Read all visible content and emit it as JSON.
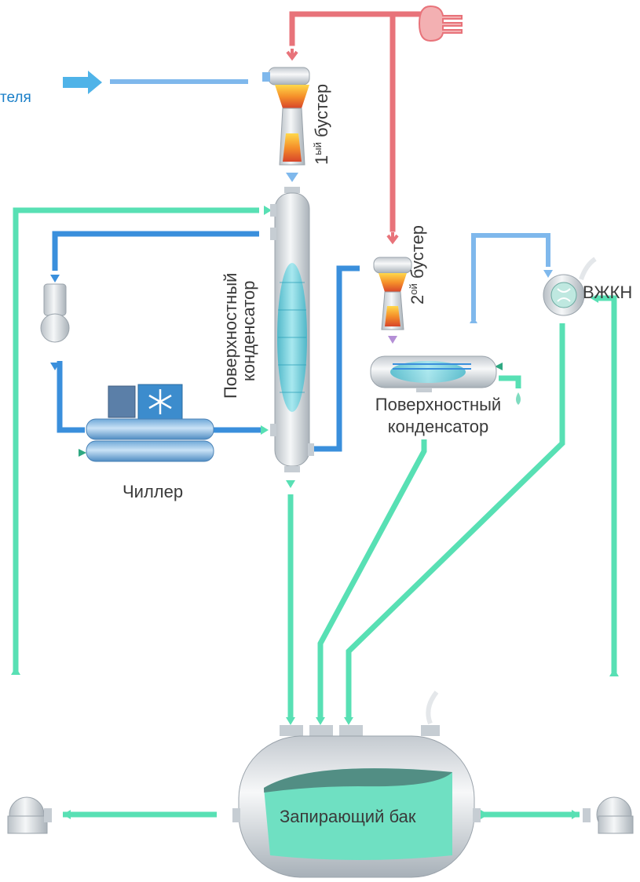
{
  "labels": {
    "source_partial": "теля",
    "booster1_num": "1",
    "booster1_sup": "ый",
    "booster1_word": "бустер",
    "booster2_num": "2",
    "booster2_sup": "ой",
    "booster2_word": "бустер",
    "condenser1_line1": "Поверхностный",
    "condenser1_line2": "конденсатор",
    "condenser2_line1": "Поверхностный",
    "condenser2_line2": "конденсатор",
    "vzhkn": "ВЖКН",
    "chiller": "Чиллер",
    "tank": "Запирающий бак"
  },
  "colors": {
    "steam": "#e8737a",
    "cold_water": "#3a8fdc",
    "light_water": "#7fb8ec",
    "seal_liquid": "#58e0b4",
    "equipment": "#e4e7ea",
    "fire": "#f0a020"
  },
  "icons": [
    "steam-generator-icon",
    "snowflake-icon",
    "flow-arrow-icon",
    "ejector-icon",
    "pump-icon"
  ]
}
